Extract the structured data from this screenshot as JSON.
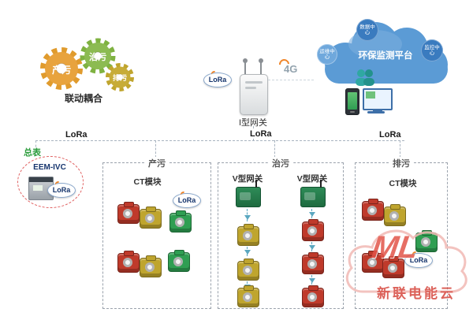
{
  "colors": {
    "gear_produce": "#E09B2D",
    "gear_treat": "#7FB241",
    "gear_discharge": "#C0A52E",
    "cloud_blue": "#5B9BD5",
    "module_red": "#BF3A2B",
    "module_yellow": "#BFA52E",
    "module_green": "#2F9E52",
    "watermark_red": "#D6473E"
  },
  "gears": {
    "items": [
      {
        "label": "产污"
      },
      {
        "label": "治污"
      },
      {
        "label": "排污"
      }
    ],
    "caption": "联动耦合"
  },
  "gateway": {
    "label": "I型网关",
    "lora": "LoRa",
    "net": "4G"
  },
  "cloud": {
    "title": "环保监测平台",
    "bubbles": [
      "数据中心",
      "运维中心",
      "监控中心"
    ]
  },
  "bus": {
    "labels": [
      "LoRa",
      "LoRa",
      "LoRa"
    ]
  },
  "meter": {
    "label": "总表",
    "name": "EEM-IVC",
    "lora": "LoRa"
  },
  "zones": {
    "produce": {
      "label": "产污",
      "module": "CT模块",
      "lora": "LoRa"
    },
    "treat": {
      "label": "治污",
      "gateway_left": "V型网关",
      "gateway_right": "V型网关"
    },
    "discharge": {
      "label": "排污",
      "module": "CT模块",
      "lora": "LoRa"
    }
  },
  "watermark": {
    "logo": "ML",
    "text": "新联电能云"
  }
}
